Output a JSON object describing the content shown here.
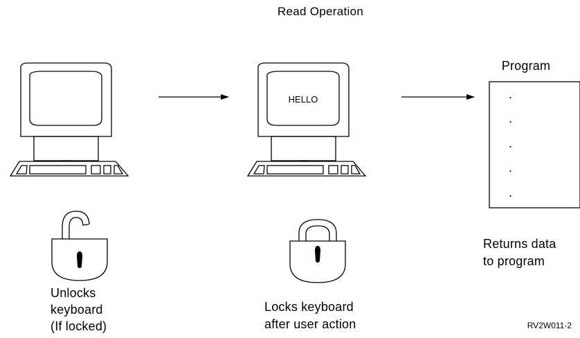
{
  "title": "Read Operation",
  "terminal1": {
    "screen_text": "",
    "lock": "open-padlock-icon",
    "caption": [
      "Unlocks",
      "keyboard",
      "(If locked)"
    ]
  },
  "terminal2": {
    "screen_text": "HELLO",
    "lock": "closed-padlock-icon",
    "caption": [
      "Locks keyboard",
      "after user action"
    ]
  },
  "program": {
    "label": "Program",
    "dots": [
      ".",
      ".",
      ".",
      ".",
      "."
    ],
    "caption": [
      "Returns data",
      "to program"
    ]
  },
  "figure_code": "RV2W011-2"
}
